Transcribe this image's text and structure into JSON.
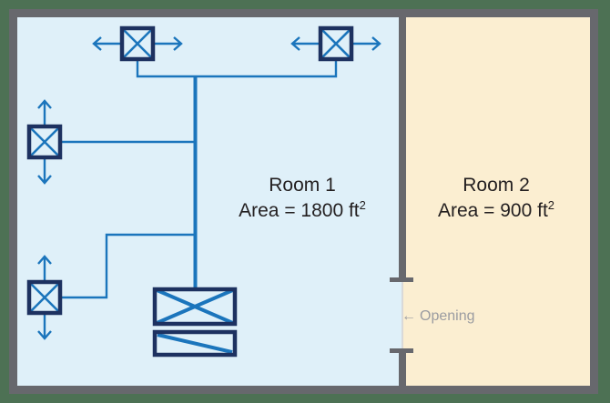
{
  "figure": {
    "description": "Floor plan diagram of two rooms with HVAC supply ductwork, diffusers, air handler and filter in Room 1, and a wall opening to Room 2"
  },
  "colors": {
    "background_green": "#4d7154",
    "wall_gray": "#67686d",
    "room1_fill": "#dff0f9",
    "room2_fill": "#fbeed1",
    "duct_blue": "#1b75bc",
    "symbol_navy": "#1d3160",
    "label_text": "#231f20",
    "opening_text": "#9b9ca1",
    "opening_line": "#d9d9d9"
  },
  "rooms": [
    {
      "name": "Room 1",
      "area_prefix": "Area = 1800 ft",
      "area_exponent": "2"
    },
    {
      "name": "Room 2",
      "area_prefix": "Area = 900 ft",
      "area_exponent": "2"
    }
  ],
  "opening": {
    "arrow": "←",
    "label": "Opening"
  },
  "icons": {
    "diffuser": "crossed-box-supply-diffuser",
    "air_handler": "crossed-rectangle-fan-unit",
    "filter": "diagonal-slash-rectangle-filter",
    "airflow_arrow": "open-chevron-arrow",
    "opening_arrow": "←"
  }
}
